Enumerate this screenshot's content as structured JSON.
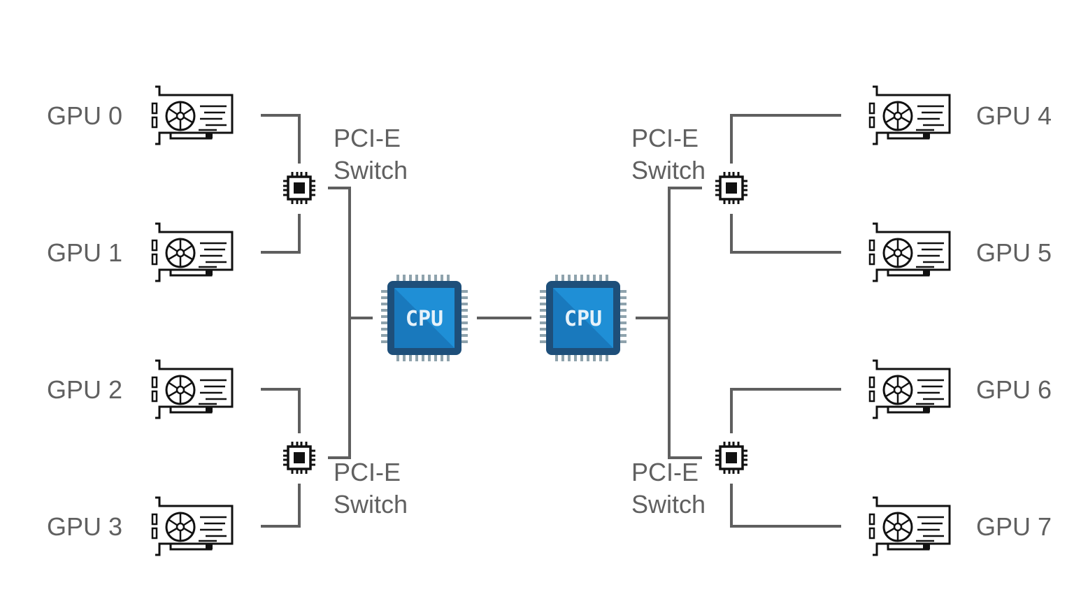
{
  "gpus": [
    {
      "label": "GPU 0"
    },
    {
      "label": "GPU 1"
    },
    {
      "label": "GPU 2"
    },
    {
      "label": "GPU 3"
    },
    {
      "label": "GPU 4"
    },
    {
      "label": "GPU 5"
    },
    {
      "label": "GPU 6"
    },
    {
      "label": "GPU 7"
    }
  ],
  "switches": [
    {
      "line1": "PCI-E",
      "line2": "Switch"
    },
    {
      "line1": "PCI-E",
      "line2": "Switch"
    },
    {
      "line1": "PCI-E",
      "line2": "Switch"
    },
    {
      "line1": "PCI-E",
      "line2": "Switch"
    }
  ],
  "cpus": [
    {
      "label": "CPU"
    },
    {
      "label": "CPU"
    }
  ],
  "colors": {
    "line": "#5f5f5f",
    "text": "#606060",
    "icon": "#111111",
    "cpu_body": "#1f8fd6",
    "cpu_frame": "#1e4f7a",
    "cpu_pins": "#8fa3ad"
  }
}
